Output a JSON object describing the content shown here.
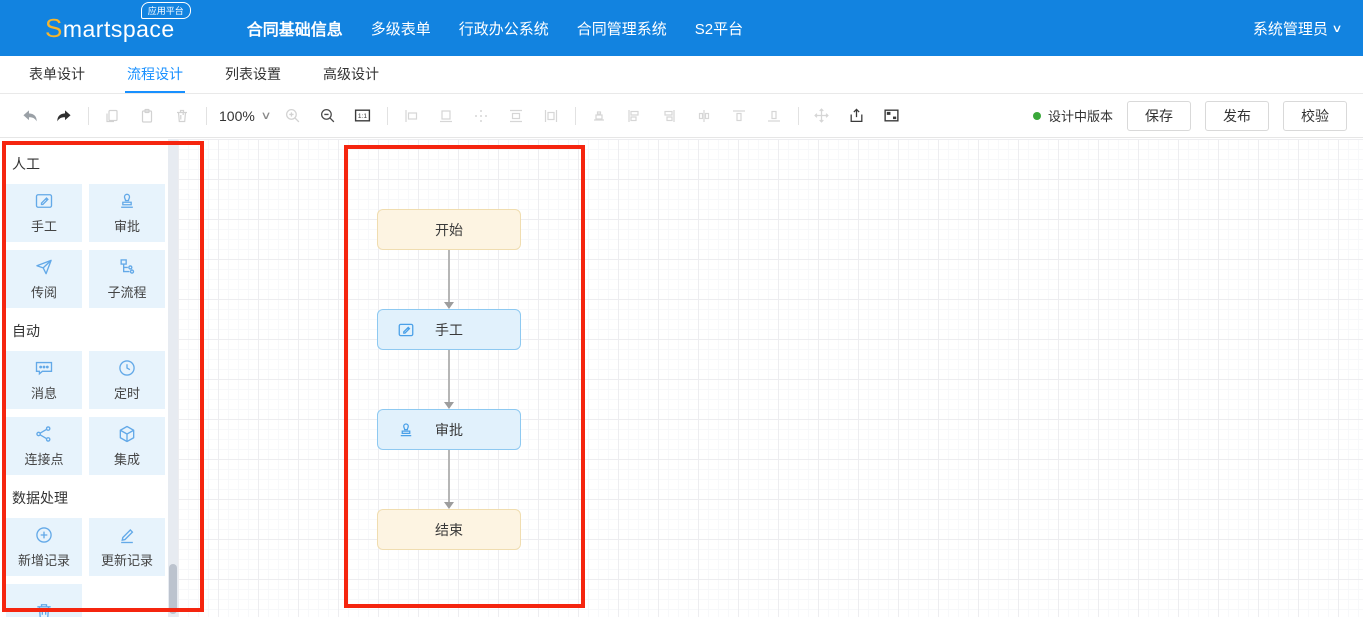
{
  "header": {
    "badge": "应用平台",
    "logo_prefix": "S",
    "logo_rest": "martspace",
    "nav": [
      {
        "label": "合同基础信息",
        "active": true
      },
      {
        "label": "多级表单",
        "active": false
      },
      {
        "label": "行政办公系统",
        "active": false
      },
      {
        "label": "合同管理系统",
        "active": false
      },
      {
        "label": "S2平台",
        "active": false
      }
    ],
    "user": "系统管理员"
  },
  "tabs": [
    {
      "label": "表单设计",
      "active": false
    },
    {
      "label": "流程设计",
      "active": true
    },
    {
      "label": "列表设置",
      "active": false
    },
    {
      "label": "高级设计",
      "active": false
    }
  ],
  "toolbar": {
    "zoom_level": "100%",
    "left_icons": [
      "undo",
      "redo",
      "copy",
      "paste",
      "delete",
      "zoom-in",
      "zoom-out",
      "fit-one-to-one",
      "align-left",
      "align-bottom",
      "align-center-point",
      "align-h-center",
      "align-v-center",
      "align-top",
      "align-left-edge",
      "align-right-edge",
      "distribute-h",
      "align-top-edge",
      "align-bottom-edge",
      "pan",
      "export",
      "minimap"
    ],
    "version_status": "设计中版本",
    "buttons": [
      "保存",
      "发布",
      "校验"
    ]
  },
  "palette": {
    "sections": [
      {
        "title": "人工",
        "items": [
          {
            "label": "手工",
            "icon": "edit-square-icon"
          },
          {
            "label": "审批",
            "icon": "stamp-icon"
          },
          {
            "label": "传阅",
            "icon": "paper-plane-icon"
          },
          {
            "label": "子流程",
            "icon": "subflow-icon"
          }
        ]
      },
      {
        "title": "自动",
        "items": [
          {
            "label": "消息",
            "icon": "message-icon"
          },
          {
            "label": "定时",
            "icon": "clock-icon"
          },
          {
            "label": "连接点",
            "icon": "connector-icon"
          },
          {
            "label": "集成",
            "icon": "cube-icon"
          }
        ]
      },
      {
        "title": "数据处理",
        "items": [
          {
            "label": "新增记录",
            "icon": "plus-circle-icon"
          },
          {
            "label": "更新记录",
            "icon": "pen-icon"
          },
          {
            "label": "",
            "icon": "trash-icon"
          }
        ]
      }
    ]
  },
  "flow": {
    "nodes": [
      {
        "label": "开始",
        "kind": "event"
      },
      {
        "label": "手工",
        "kind": "task",
        "icon": "edit-square-icon"
      },
      {
        "label": "审批",
        "kind": "task",
        "icon": "stamp-icon"
      },
      {
        "label": "结束",
        "kind": "event"
      }
    ],
    "edges": [
      "开始→手工",
      "手工→审批",
      "审批→结束"
    ]
  },
  "glyphs": {
    "chevron_down": "∨"
  },
  "colors": {
    "header_bg": "#1283e0",
    "accent": "#1890ff",
    "logo_s": "#f7b52c",
    "tile_bg": "#e7f3fc",
    "tile_icon": "#63a9e8",
    "node_task_bg": "#e1f1fc",
    "node_task_border": "#8ec9f1",
    "node_event_bg": "#fdf4e2",
    "node_event_border": "#f0ddb0",
    "annotation": "#f5250f",
    "status_dot": "#3aa83a"
  }
}
